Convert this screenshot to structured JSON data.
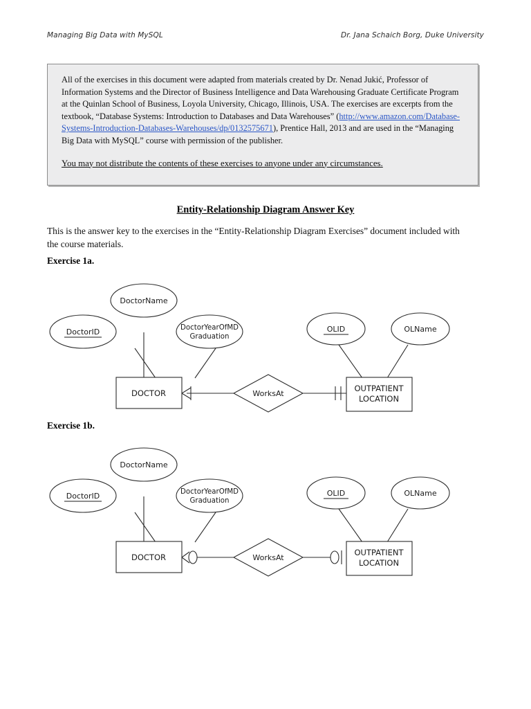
{
  "header": {
    "left": "Managing Big Data with MySQL",
    "right": "Dr. Jana Schaich Borg, Duke University"
  },
  "notice": {
    "paragraph_part1": "All of the exercises in this document were adapted from materials created by Dr. Nenad Jukić, Professor of Information Systems and the Director of Business Intelligence and Data Warehousing Graduate Certificate Program at the Quinlan School of Business, Loyola University, Chicago, Illinois, USA.  The exercises are excerpts from the textbook, “Database Systems: Introduction to Databases and Data Warehouses” (",
    "link_text": "http://www.amazon.com/Database-Systems-Introduction-Databases-Warehouses/dp/0132575671",
    "paragraph_part2": "), Prentice Hall, 2013 and are used in the “Managing Big Data with MySQL” course with permission of the publisher.",
    "warning": "You may not distribute the contents of these exercises to anyone under any circumstances.",
    "link_color": "#2a56c6",
    "box_fill": "#ececed",
    "box_border": "#8b8b8b"
  },
  "title": "Entity-Relationship Diagram Answer Key",
  "intro": "This is the answer key to the exercises in the “Entity-Relationship Diagram Exercises” document included with the course materials.",
  "exercises": [
    {
      "heading": "Exercise 1a.",
      "diagram": {
        "entities": [
          {
            "name": "DOCTOR",
            "line1": "DOCTOR",
            "line2": ""
          },
          {
            "name": "OUTPATIENT LOCATION",
            "line1": "OUTPATIENT",
            "line2": "LOCATION"
          }
        ],
        "relationship": "WorksAt",
        "attributes_left": [
          {
            "label": "DoctorID",
            "key": true
          },
          {
            "label": "DoctorName",
            "key": false
          },
          {
            "label_line1": "DoctorYearOfMD",
            "label_line2": "Graduation",
            "key": false
          }
        ],
        "attributes_right": [
          {
            "label": "OLID",
            "key": true
          },
          {
            "label": "OLName",
            "key": false
          }
        ],
        "cardinality_left": "many-mandatory-crowsfoot-bar",
        "cardinality_right": "one-mandatory-double-bar"
      }
    },
    {
      "heading": "Exercise 1b.",
      "diagram": {
        "entities": [
          {
            "name": "DOCTOR",
            "line1": "DOCTOR",
            "line2": ""
          },
          {
            "name": "OUTPATIENT LOCATION",
            "line1": "OUTPATIENT",
            "line2": "LOCATION"
          }
        ],
        "relationship": "WorksAt",
        "attributes_left": [
          {
            "label": "DoctorID",
            "key": true
          },
          {
            "label": "DoctorName",
            "key": false
          },
          {
            "label_line1": "DoctorYearOfMD",
            "label_line2": "Graduation",
            "key": false
          }
        ],
        "attributes_right": [
          {
            "label": "OLID",
            "key": true
          },
          {
            "label": "OLName",
            "key": false
          }
        ],
        "cardinality_left": "many-optional-crowsfoot-circle",
        "cardinality_right": "one-optional-circle-bar"
      }
    }
  ]
}
